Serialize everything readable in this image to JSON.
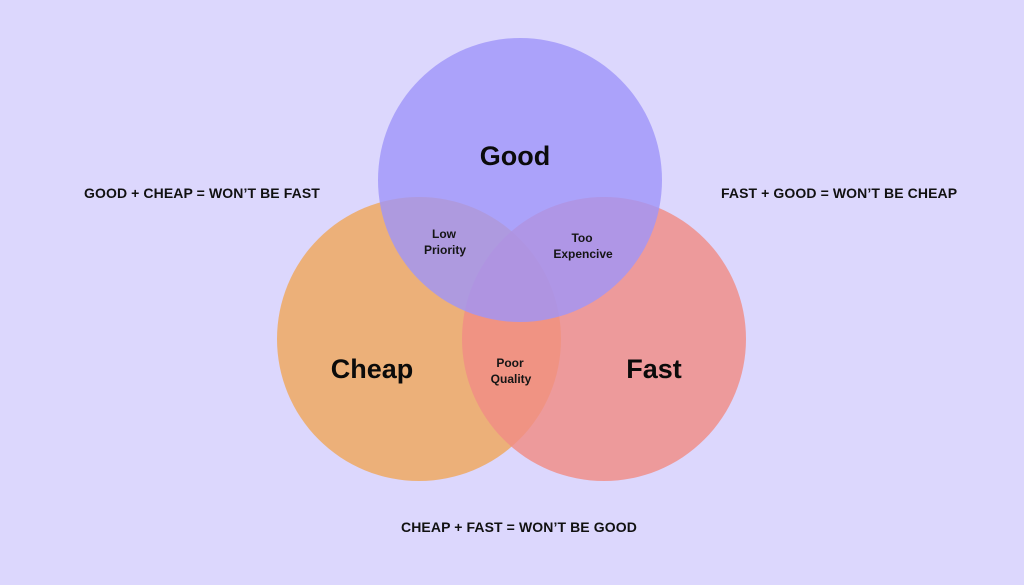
{
  "diagram": {
    "circles": {
      "good": {
        "label": "Good",
        "color": "#9f95f9"
      },
      "cheap": {
        "label": "Cheap",
        "color": "#efa962"
      },
      "fast": {
        "label": "Fast",
        "color": "#f08c85"
      }
    },
    "overlaps": {
      "good_cheap": {
        "line1": "Low",
        "line2": "Priority"
      },
      "good_fast": {
        "line1": "Too",
        "line2": "Expencive"
      },
      "cheap_fast": {
        "line1": "Poor",
        "line2": "Quality"
      }
    },
    "rules": {
      "good_cheap": "GOOD + CHEAP = WON’T BE FAST",
      "fast_good": "FAST + GOOD = WON’T BE CHEAP",
      "cheap_fast": "CHEAP + FAST = WON’T BE GOOD"
    },
    "background_color": "#dcd7fd"
  }
}
